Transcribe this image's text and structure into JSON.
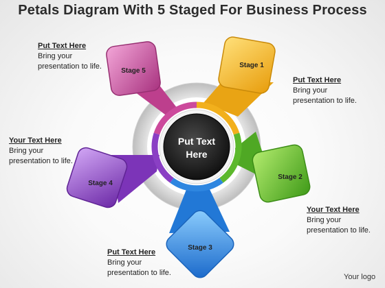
{
  "title": "Petals Diagram With 5 Staged For Business Process",
  "center": {
    "line1": "Put Text",
    "line2": "Here"
  },
  "stages": [
    "Stage 1",
    "Stage 2",
    "Stage 3",
    "Stage 4",
    "Stage 5"
  ],
  "texts": [
    {
      "heading": "Put Text Here",
      "body1": "Bring your",
      "body2": "presentation to life."
    },
    {
      "heading": "Put Text Here",
      "body1": "Bring your",
      "body2": "presentation to life."
    },
    {
      "heading": "Your Text Here",
      "body1": "Bring your",
      "body2": "presentation to life."
    },
    {
      "heading": "Your Text Here",
      "body1": "Bring your",
      "body2": "presentation to life."
    },
    {
      "heading": "Put Text Here",
      "body1": "Bring your",
      "body2": "presentation to life."
    }
  ],
  "logo": "Your logo",
  "colors": {
    "stage1": "#f4b21b",
    "stage2": "#5cb82c",
    "stage3": "#2e86e0",
    "stage4": "#8a3fc4",
    "stage5": "#cc4a9c",
    "hub": "#1e1e1e"
  }
}
